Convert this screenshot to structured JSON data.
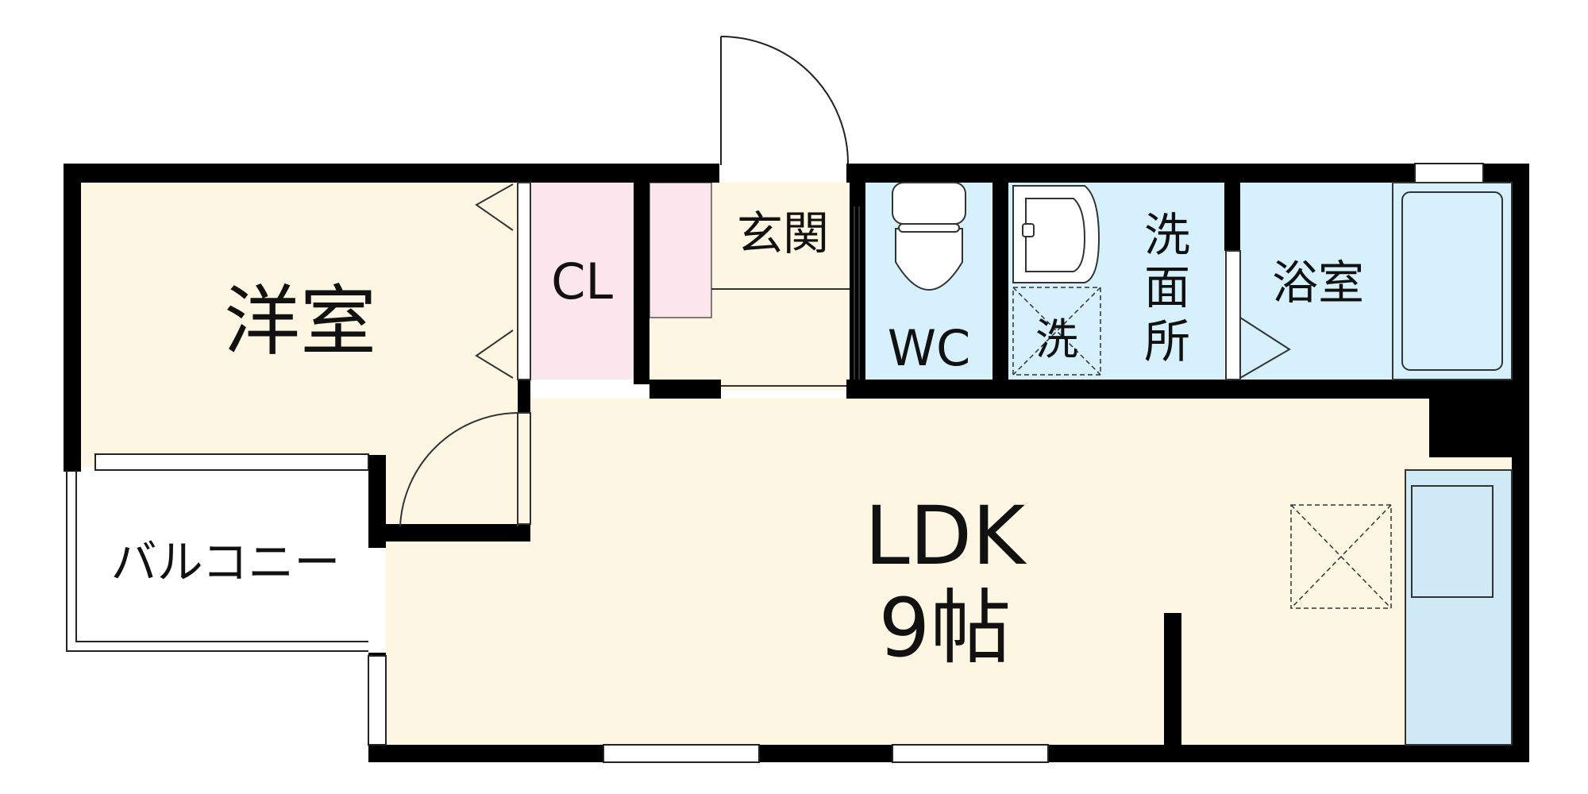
{
  "floor_plan": {
    "rooms": {
      "western_room": {
        "label": "洋室"
      },
      "closet": {
        "label": "CL"
      },
      "entrance": {
        "label": "玄関"
      },
      "toilet": {
        "label": "WC"
      },
      "washroom": {
        "label_chars": [
          "洗",
          "面",
          "所"
        ]
      },
      "washer": {
        "label": "洗"
      },
      "bathroom": {
        "label": "浴室"
      },
      "ldk": {
        "label": "LDK",
        "size": "9帖"
      },
      "balcony": {
        "label": "バルコニー"
      }
    }
  },
  "colors": {
    "wall": "#000000",
    "cream_floor": "#fdf6e3",
    "closet_pink": "#fce6ee",
    "wet_blue": "#d6f1fb",
    "kitchen_blue": "#cfeaf6"
  }
}
